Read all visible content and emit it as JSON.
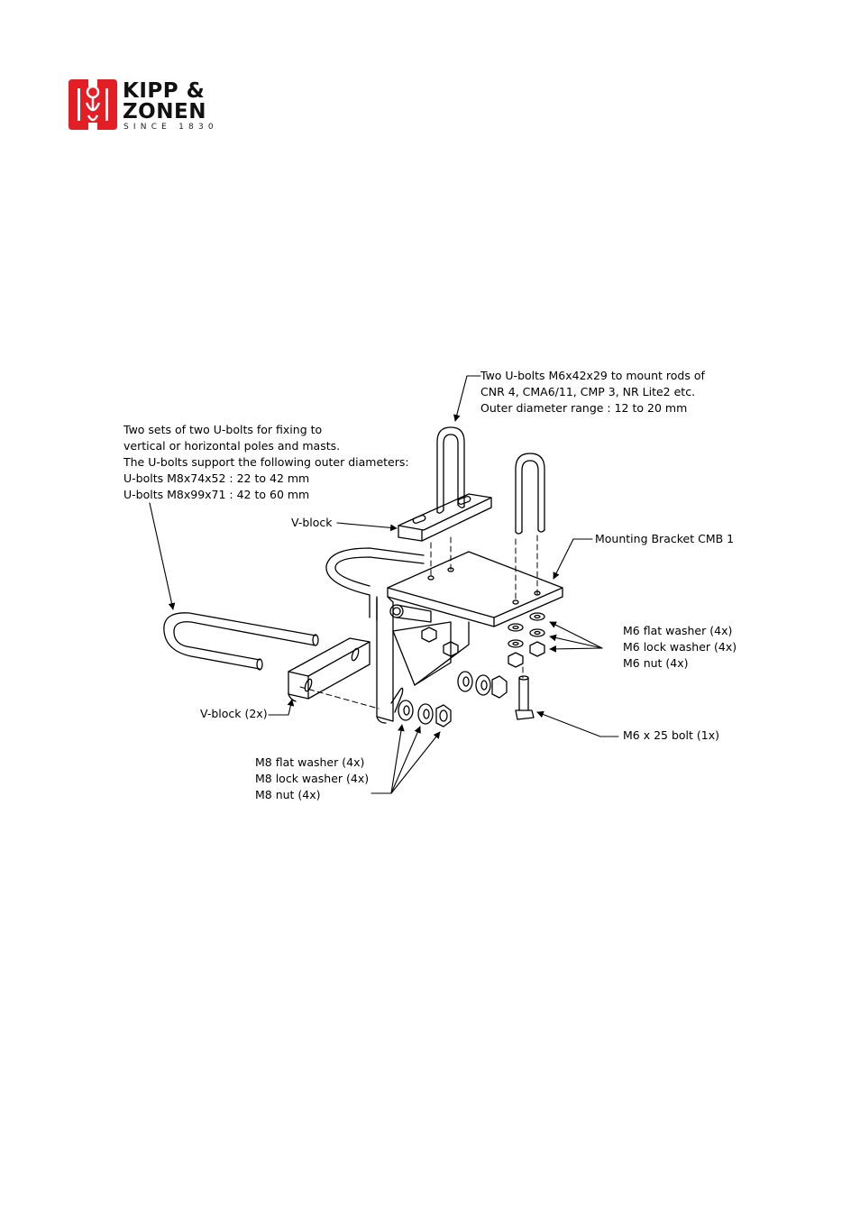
{
  "brand": {
    "line1": "KIPP &",
    "line2": "ZONEN",
    "line3": "SINCE 1830",
    "color": "#e31e24",
    "logo_icon": "kipp-zonen-logo-icon"
  },
  "labels": {
    "top_ubolts": [
      "Two U-bolts M6x42x29 to mount rods of",
      "CNR 4, CMA6/11, CMP 3, NR Lite2 etc.",
      "Outer diameter range  : 12 to 20 mm"
    ],
    "left_ubolts": [
      "Two sets of two U-bolts for fixing to",
      "vertical or horizontal poles and masts.",
      "The U-bolts support the following outer  diameters:",
      "U-bolts M8x74x52 : 22 to 42 mm",
      "U-bolts M8x99x71 : 42 to 60 mm"
    ],
    "vblock": "V-block",
    "bracket": "Mounting Bracket CMB 1",
    "m6_parts": [
      "M6 flat washer (4x)",
      "M6 lock washer (4x)",
      "M6 nut (4x)"
    ],
    "vblock2": "V-block (2x)",
    "m6_bolt": "M6 x 25 bolt (1x)",
    "m8_parts": [
      "M8 flat washer (4x)",
      "M8 lock washer (4x)",
      "M8 nut (4x)"
    ]
  }
}
